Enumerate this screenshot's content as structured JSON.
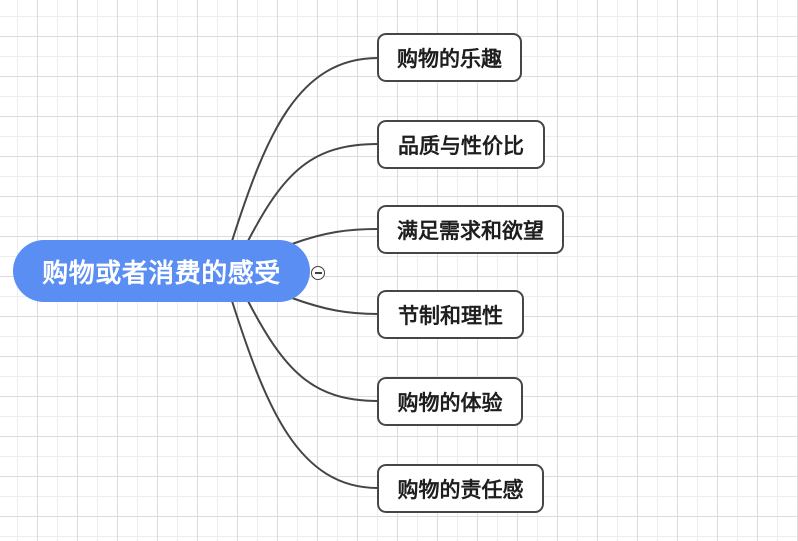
{
  "canvas": {
    "background_color": "#ffffff",
    "grid_minor_color": "#ededf1",
    "grid_major_color": "#dcdce0"
  },
  "mindmap": {
    "root": {
      "label": "购物或者消费的感受",
      "fill_color": "#5a8ef2",
      "text_color": "#ffffff"
    },
    "collapse_button": {
      "symbol": "−"
    },
    "connector_color": "#454545",
    "topics": [
      {
        "label": "购物的乐趣"
      },
      {
        "label": "品质与性价比"
      },
      {
        "label": "满足需求和欲望"
      },
      {
        "label": "节制和理性"
      },
      {
        "label": "购物的体验"
      },
      {
        "label": "购物的责任感"
      }
    ]
  }
}
